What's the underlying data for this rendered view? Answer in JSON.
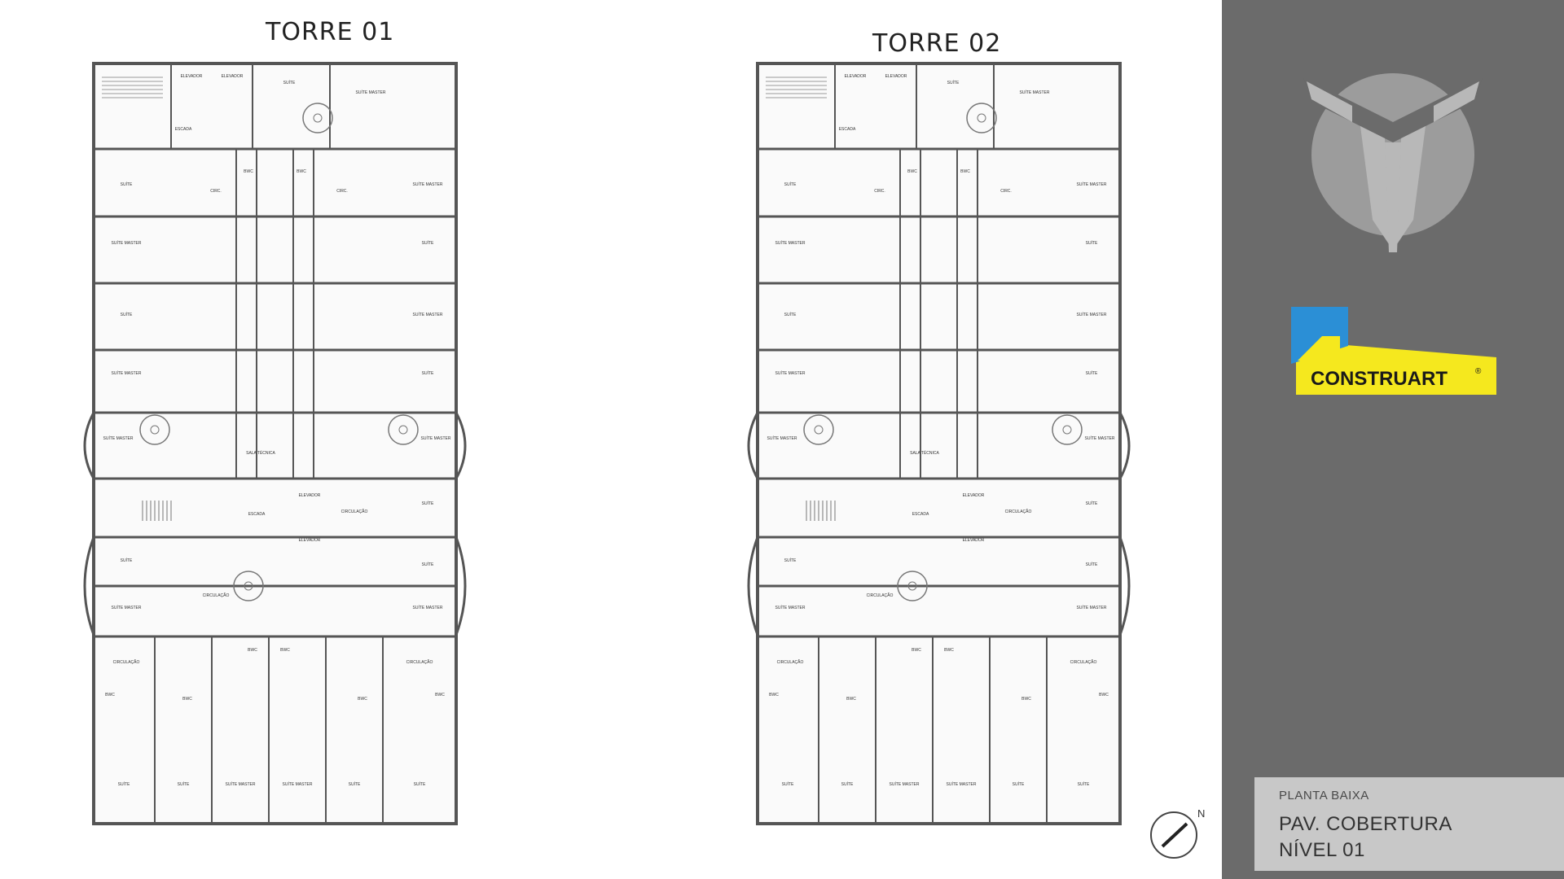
{
  "towers": [
    {
      "title": "TORRE 01"
    },
    {
      "title": "TORRE 02"
    }
  ],
  "rooms": {
    "suite": "SUÍTE",
    "suite_master": "SUÍTE MASTER",
    "bwc": "BWC",
    "circ": "CIRC.",
    "escada": "ESCADA",
    "elevador": "ELEVADOR",
    "circulacao": "CIRCULAÇÃO",
    "sala_tecnica": "SALA TÉCNICA"
  },
  "brand": {
    "name": "CONSTRUART",
    "mark": "®",
    "colors": {
      "yellow": "#f5e81e",
      "blue": "#2b8fd6",
      "dark": "#1a1a1a"
    }
  },
  "info_box": {
    "small": "PLANTA BAIXA",
    "line1": "PAV. COBERTURA",
    "line2": "NÍVEL 01"
  },
  "compass": {
    "north": "N"
  },
  "colors": {
    "sidebar": "#6b6b6b",
    "label_box": "#c8c8c8",
    "wall": "#555555"
  }
}
